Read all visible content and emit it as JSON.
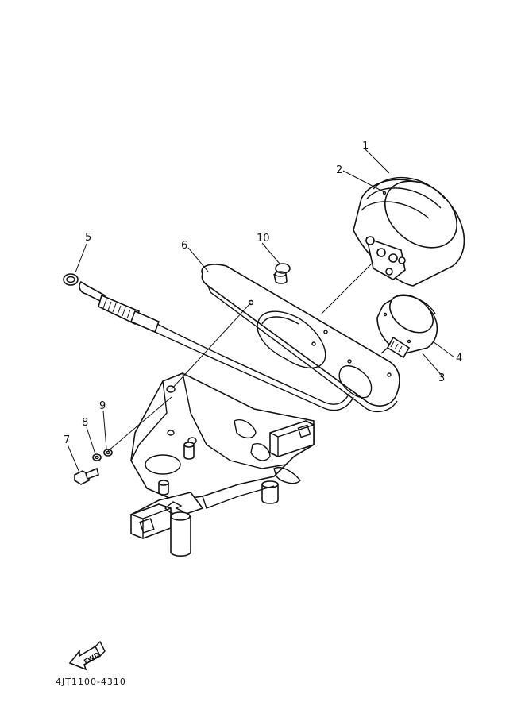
{
  "diagram": {
    "part_numbers": [
      "1",
      "2",
      "3",
      "4",
      "5",
      "6",
      "7",
      "8",
      "9",
      "10"
    ],
    "fwd_label": "FWD",
    "ref_code": "4JT1100-4310"
  }
}
